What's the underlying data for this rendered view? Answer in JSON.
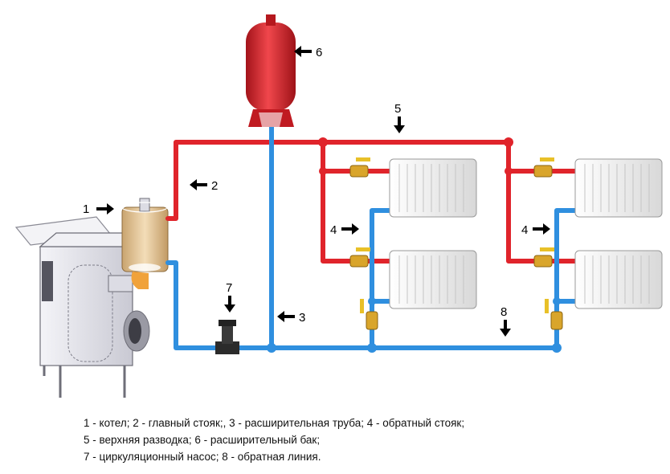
{
  "labels": {
    "boiler": "1",
    "main_riser": "2",
    "expansion_pipe": "3",
    "return_riser_left": "4",
    "return_riser_right": "4",
    "upper_distribution": "5",
    "expansion_tank": "6",
    "circulation_pump": "7",
    "return_line": "8"
  },
  "legend": {
    "line1": "1 - котел; 2 - главный стояк;, 3 - расширительная труба; 4 - обратный стояк;",
    "line2": "5 - верхняя разводка; 6 - расширительный бак;",
    "line3": "7 - циркуляционный насос; 8 - обратная линия."
  },
  "colors": {
    "supply": "#e0242b",
    "return": "#2f8fdf",
    "tank": "#d81f26",
    "radiator": "#f2f2f2",
    "boiler_body": "#e4e4ec",
    "heat_exchanger": "#e6c79a"
  }
}
